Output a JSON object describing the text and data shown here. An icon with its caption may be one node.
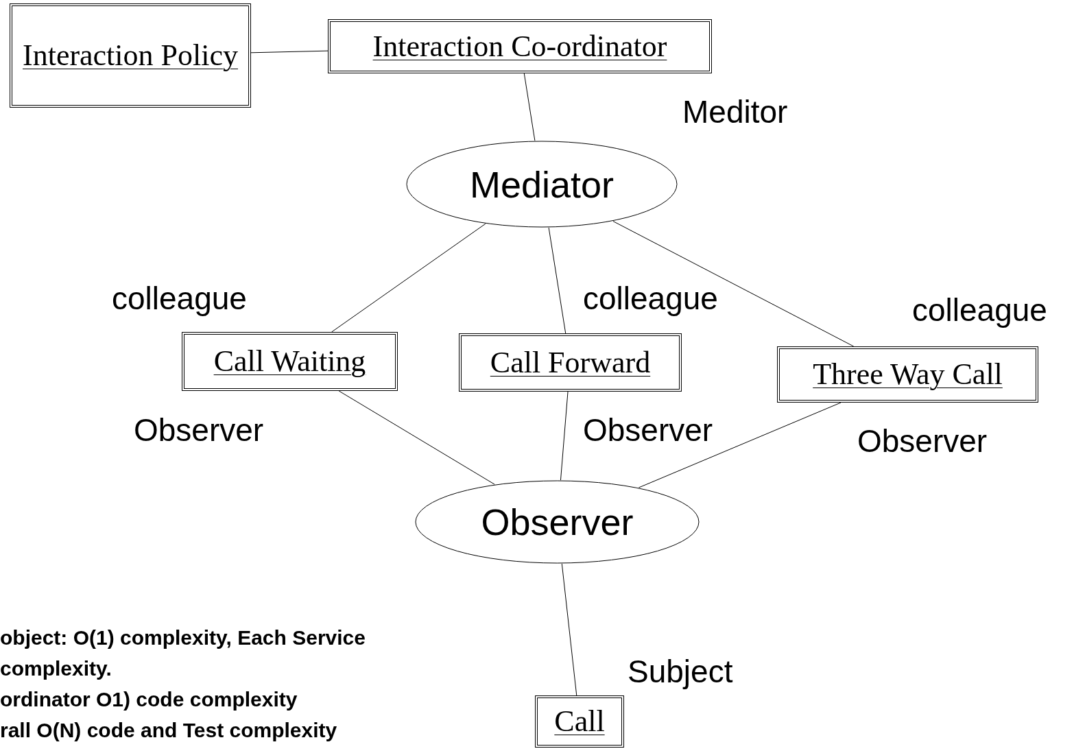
{
  "diagram": {
    "nodes": [
      {
        "text": [
          "Interaction Policy"
        ]
      },
      {
        "text": [
          "Interaction Co-ordinator"
        ]
      },
      {
        "text": [
          "Mediator"
        ]
      },
      {
        "text": [
          "Call Waiting"
        ]
      },
      {
        "text": [
          "Call Forward"
        ]
      },
      {
        "text": [
          "Three Way Call"
        ]
      },
      {
        "text": [
          "Observer"
        ]
      },
      {
        "text": [
          "Call"
        ]
      }
    ],
    "edges": [
      {
        "from": 0,
        "to": 1,
        "arrow": "none"
      },
      {
        "from": 1,
        "to": 2,
        "arrow": "none"
      },
      {
        "from": 2,
        "to": 3,
        "arrow": "none"
      },
      {
        "from": 2,
        "to": 4,
        "arrow": "none"
      },
      {
        "from": 2,
        "to": 5,
        "arrow": "none"
      },
      {
        "from": 3,
        "to": 6,
        "arrow": "none"
      },
      {
        "from": 4,
        "to": 6,
        "arrow": "none"
      },
      {
        "from": 5,
        "to": 6,
        "arrow": "none"
      },
      {
        "from": 6,
        "to": 7,
        "arrow": "none"
      }
    ],
    "labels": [
      "Meditor",
      "colleague",
      "colleague",
      "colleague",
      "Observer",
      "Observer",
      "Observer",
      "Subject",
      "object: O(1) complexity, Each Service",
      "complexity.",
      "ordinator O1) code complexity",
      "rall O(N) code and Test complexity"
    ]
  }
}
